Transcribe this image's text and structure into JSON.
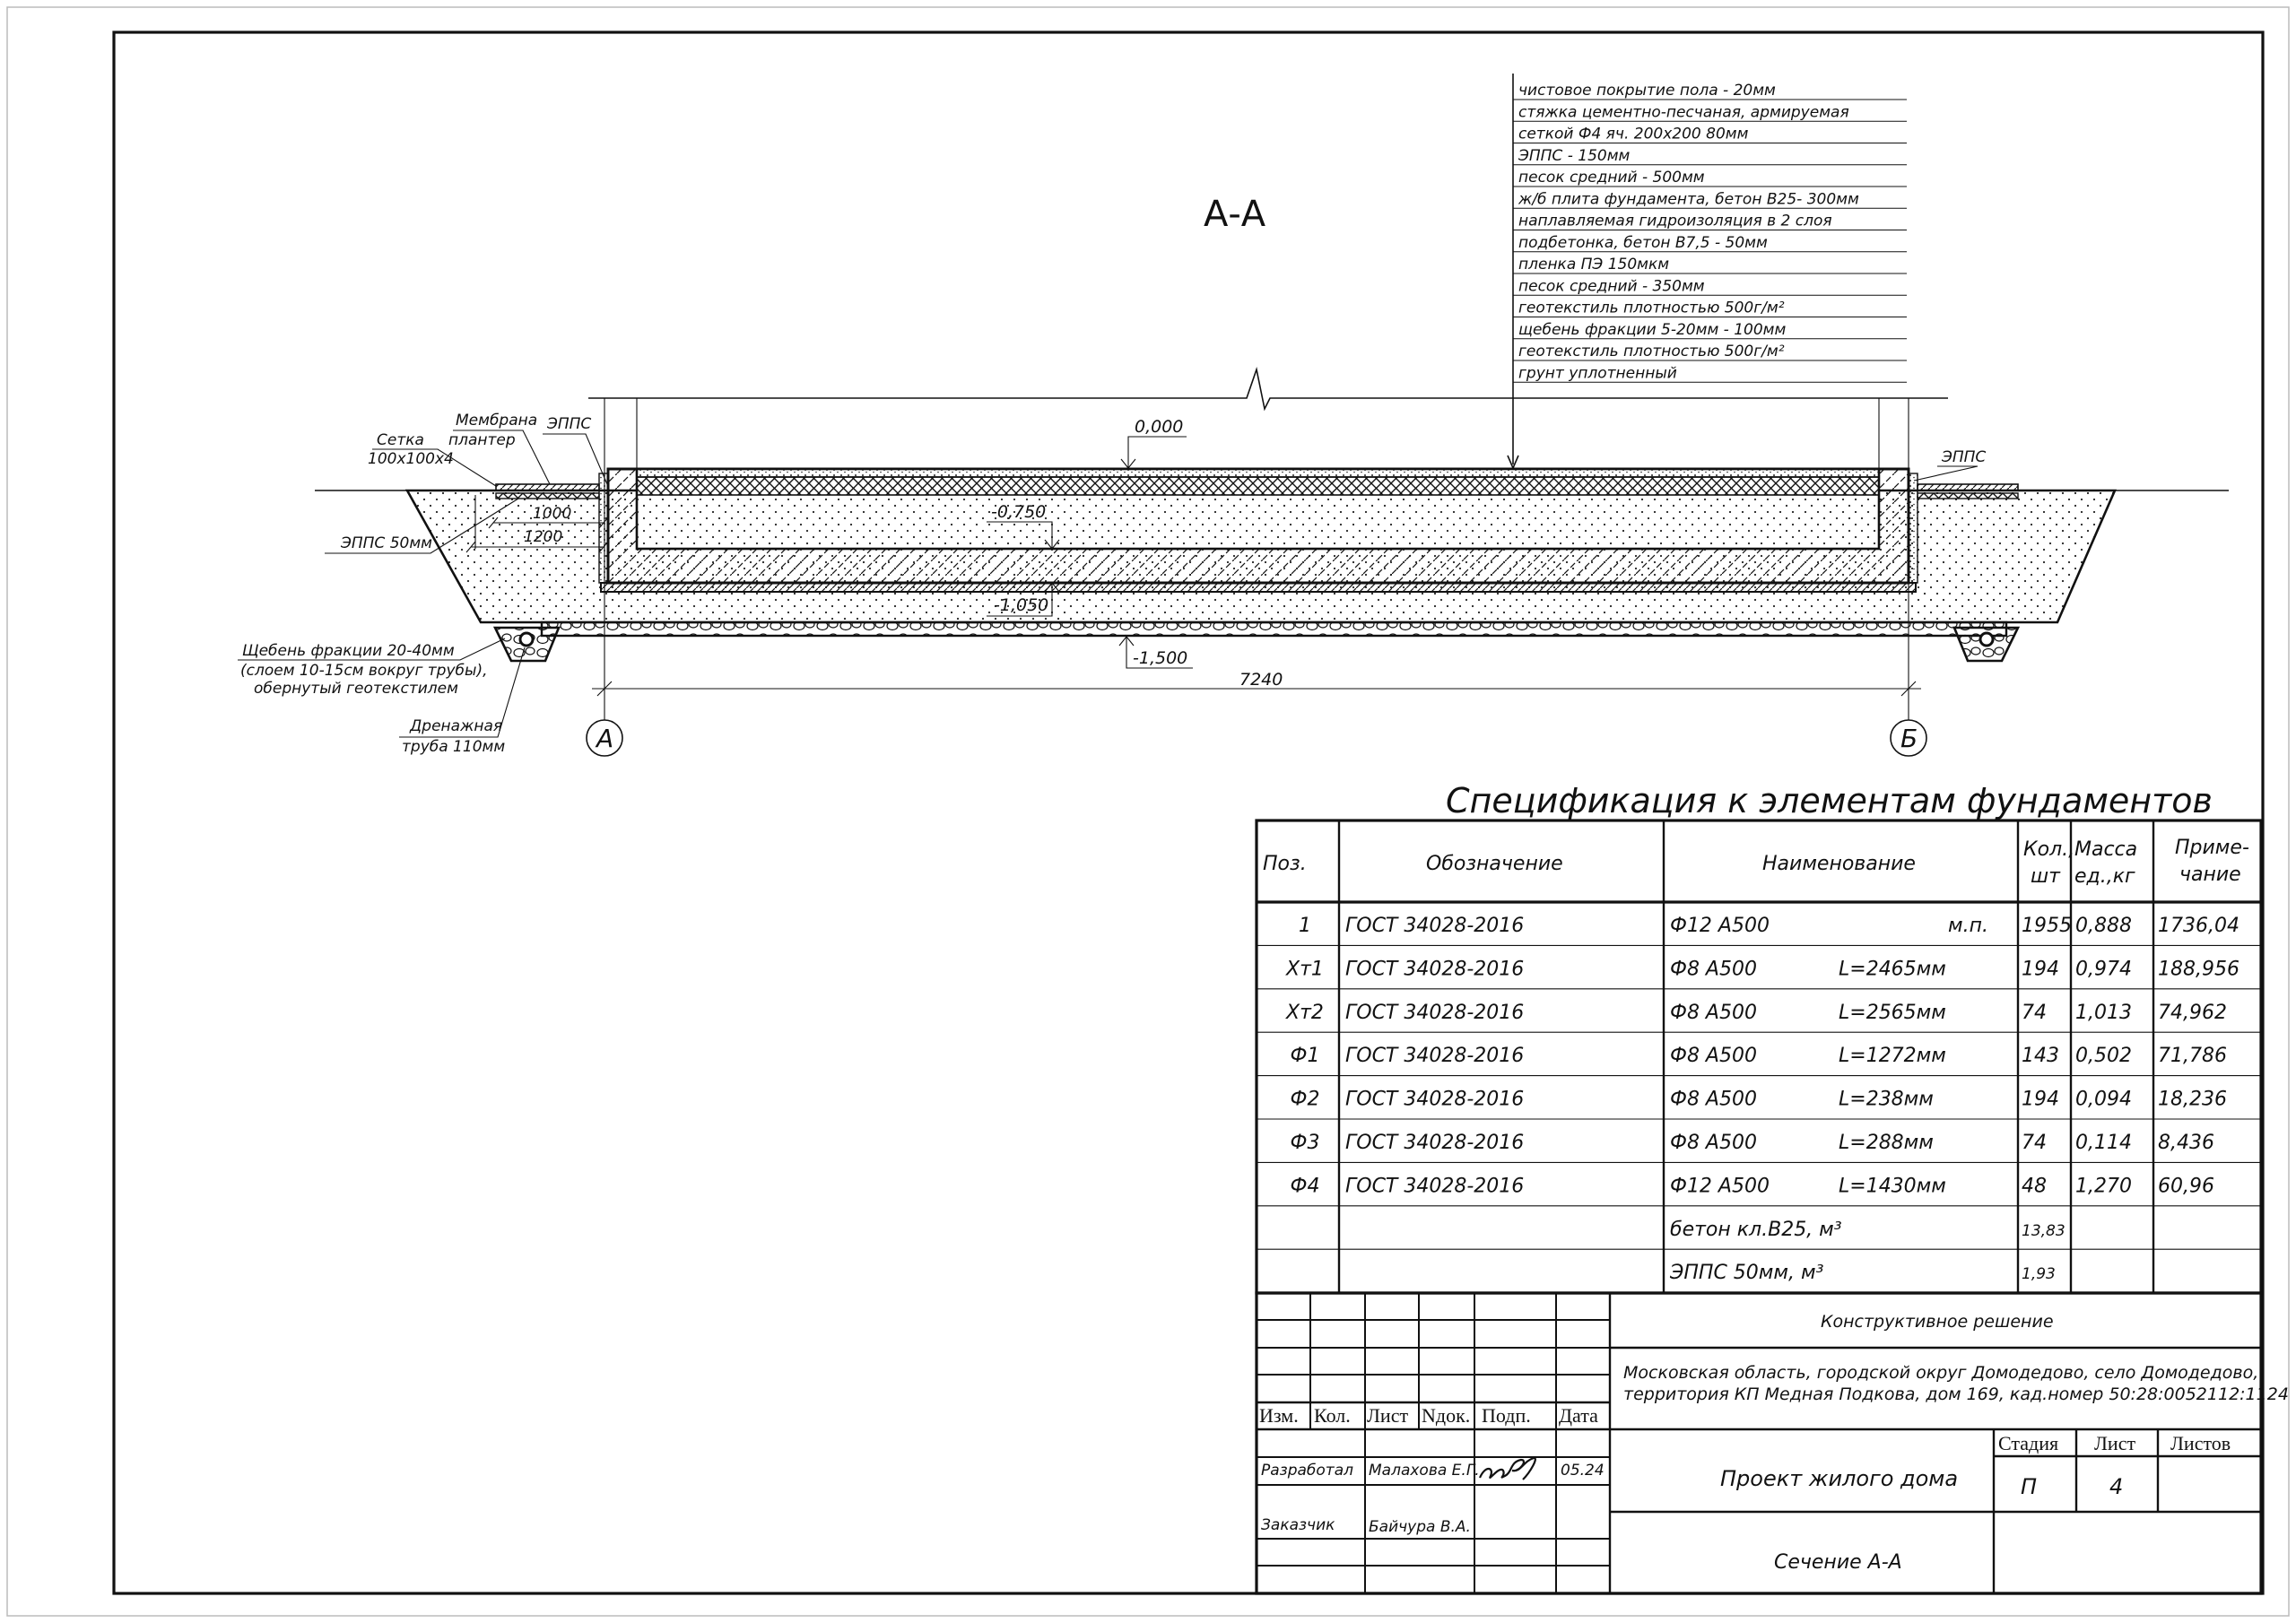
{
  "section_title": "А-А",
  "layers": [
    "чистовое покрытие пола - 20мм",
    "стяжка цементно-песчаная, армируемая",
    "сеткой Ф4 яч. 200х200 80мм",
    "ЭППС - 150мм",
    "песок средний - 500мм",
    "ж/б плита фундамента, бетон В25- 300мм",
    "наплавляемая гидроизоляция в 2 слоя",
    "подбетонка,  бетон В7,5 - 50мм",
    "пленка ПЭ 150мкм",
    "песок средний - 350мм",
    "геотекстиль плотностью 500г/м²",
    "щебень фракции 5-20мм - 100мм",
    "геотекстиль плотностью 500г/м²",
    "грунт уплотненный"
  ],
  "callouts": {
    "membrane_1": "Мембрана",
    "membrane_2": "плантер",
    "mesh_1": "Сетка",
    "mesh_2": "100х100х4",
    "eps_left": "ЭППС",
    "eps_right": "ЭППС",
    "eps_50": "ЭППС 50мм",
    "gravel_1": "Щебень фракции 20-40мм",
    "gravel_2": "(слоем 10-15см вокруг трубы),",
    "gravel_3": "обернутый геотекстилем",
    "drain_1": "Дренажная",
    "drain_2": "труба 110мм"
  },
  "dimensions": {
    "d1000": "1000",
    "d1200": "1200",
    "total": "7240"
  },
  "elevations": {
    "e0": "0,000",
    "e750": "-0,750",
    "e1050": "-1,050",
    "e1500": "-1,500"
  },
  "axes": {
    "left": "А",
    "right": "Б"
  },
  "spec": {
    "title": "Спецификация к элементам фундаментов",
    "headers": {
      "pos": "Поз.",
      "designation": "Обозначение",
      "name": "Наименование",
      "qty_1": "Кол.,",
      "qty_2": "шт",
      "mass_1": "Масса",
      "mass_2": "ед.,кг",
      "note_1": "Приме-",
      "note_2": "чание"
    },
    "rows": [
      {
        "pos": "1",
        "designation": "ГОСТ 34028-2016",
        "name": "Ф12 А500",
        "len": "м.п.",
        "qty": "1955",
        "mass": "0,888",
        "note": "1736,04"
      },
      {
        "pos": "Хт1",
        "designation": "ГОСТ 34028-2016",
        "name": "Ф8 А500",
        "len": "L=2465мм",
        "qty": "194",
        "mass": "0,974",
        "note": "188,956"
      },
      {
        "pos": "Хт2",
        "designation": "ГОСТ 34028-2016",
        "name": "Ф8 А500",
        "len": "L=2565мм",
        "qty": "74",
        "mass": "1,013",
        "note": "74,962"
      },
      {
        "pos": "Ф1",
        "designation": "ГОСТ 34028-2016",
        "name": "Ф8 А500",
        "len": "L=1272мм",
        "qty": "143",
        "mass": "0,502",
        "note": "71,786"
      },
      {
        "pos": "Ф2",
        "designation": "ГОСТ 34028-2016",
        "name": "Ф8 А500",
        "len": "L=238мм",
        "qty": "194",
        "mass": "0,094",
        "note": "18,236"
      },
      {
        "pos": "Ф3",
        "designation": "ГОСТ 34028-2016",
        "name": "Ф8 А500",
        "len": "L=288мм",
        "qty": "74",
        "mass": "0,114",
        "note": "8,436"
      },
      {
        "pos": "Ф4",
        "designation": "ГОСТ 34028-2016",
        "name": "Ф12 А500",
        "len": "L=1430мм",
        "qty": "48",
        "mass": "1,270",
        "note": "60,96"
      },
      {
        "pos": "",
        "designation": "",
        "name": "бетон кл.В25, м³",
        "len": "",
        "qty": "13,83",
        "mass": "",
        "note": ""
      },
      {
        "pos": "",
        "designation": "",
        "name": "ЭППС 50мм, м³",
        "len": "",
        "qty": "1,93",
        "mass": "",
        "note": ""
      }
    ]
  },
  "title_block": {
    "headers": [
      "Изм.",
      "Кол.",
      "Лист",
      "Nдок.",
      "Подп.",
      "Дата"
    ],
    "developed_label": "Разработал",
    "developer": "Малахова Е.Г.",
    "date": "05.24",
    "customer_label": "Заказчик",
    "customer": "Байчура В.А.",
    "section": "Конструктивное решение",
    "address_1": "Московская область, городской округ Домодедово, село Домодедово,",
    "address_2": "территория КП Медная Подкова, дом 169, кад.номер 50:28:0052112:1124",
    "project": "Проект жилого дома",
    "stage_label": "Стадия",
    "sheet_label": "Лист",
    "sheets_label": "Листов",
    "stage": "П",
    "sheet": "4",
    "sheets": "",
    "drawing": "Сечение А-А"
  }
}
